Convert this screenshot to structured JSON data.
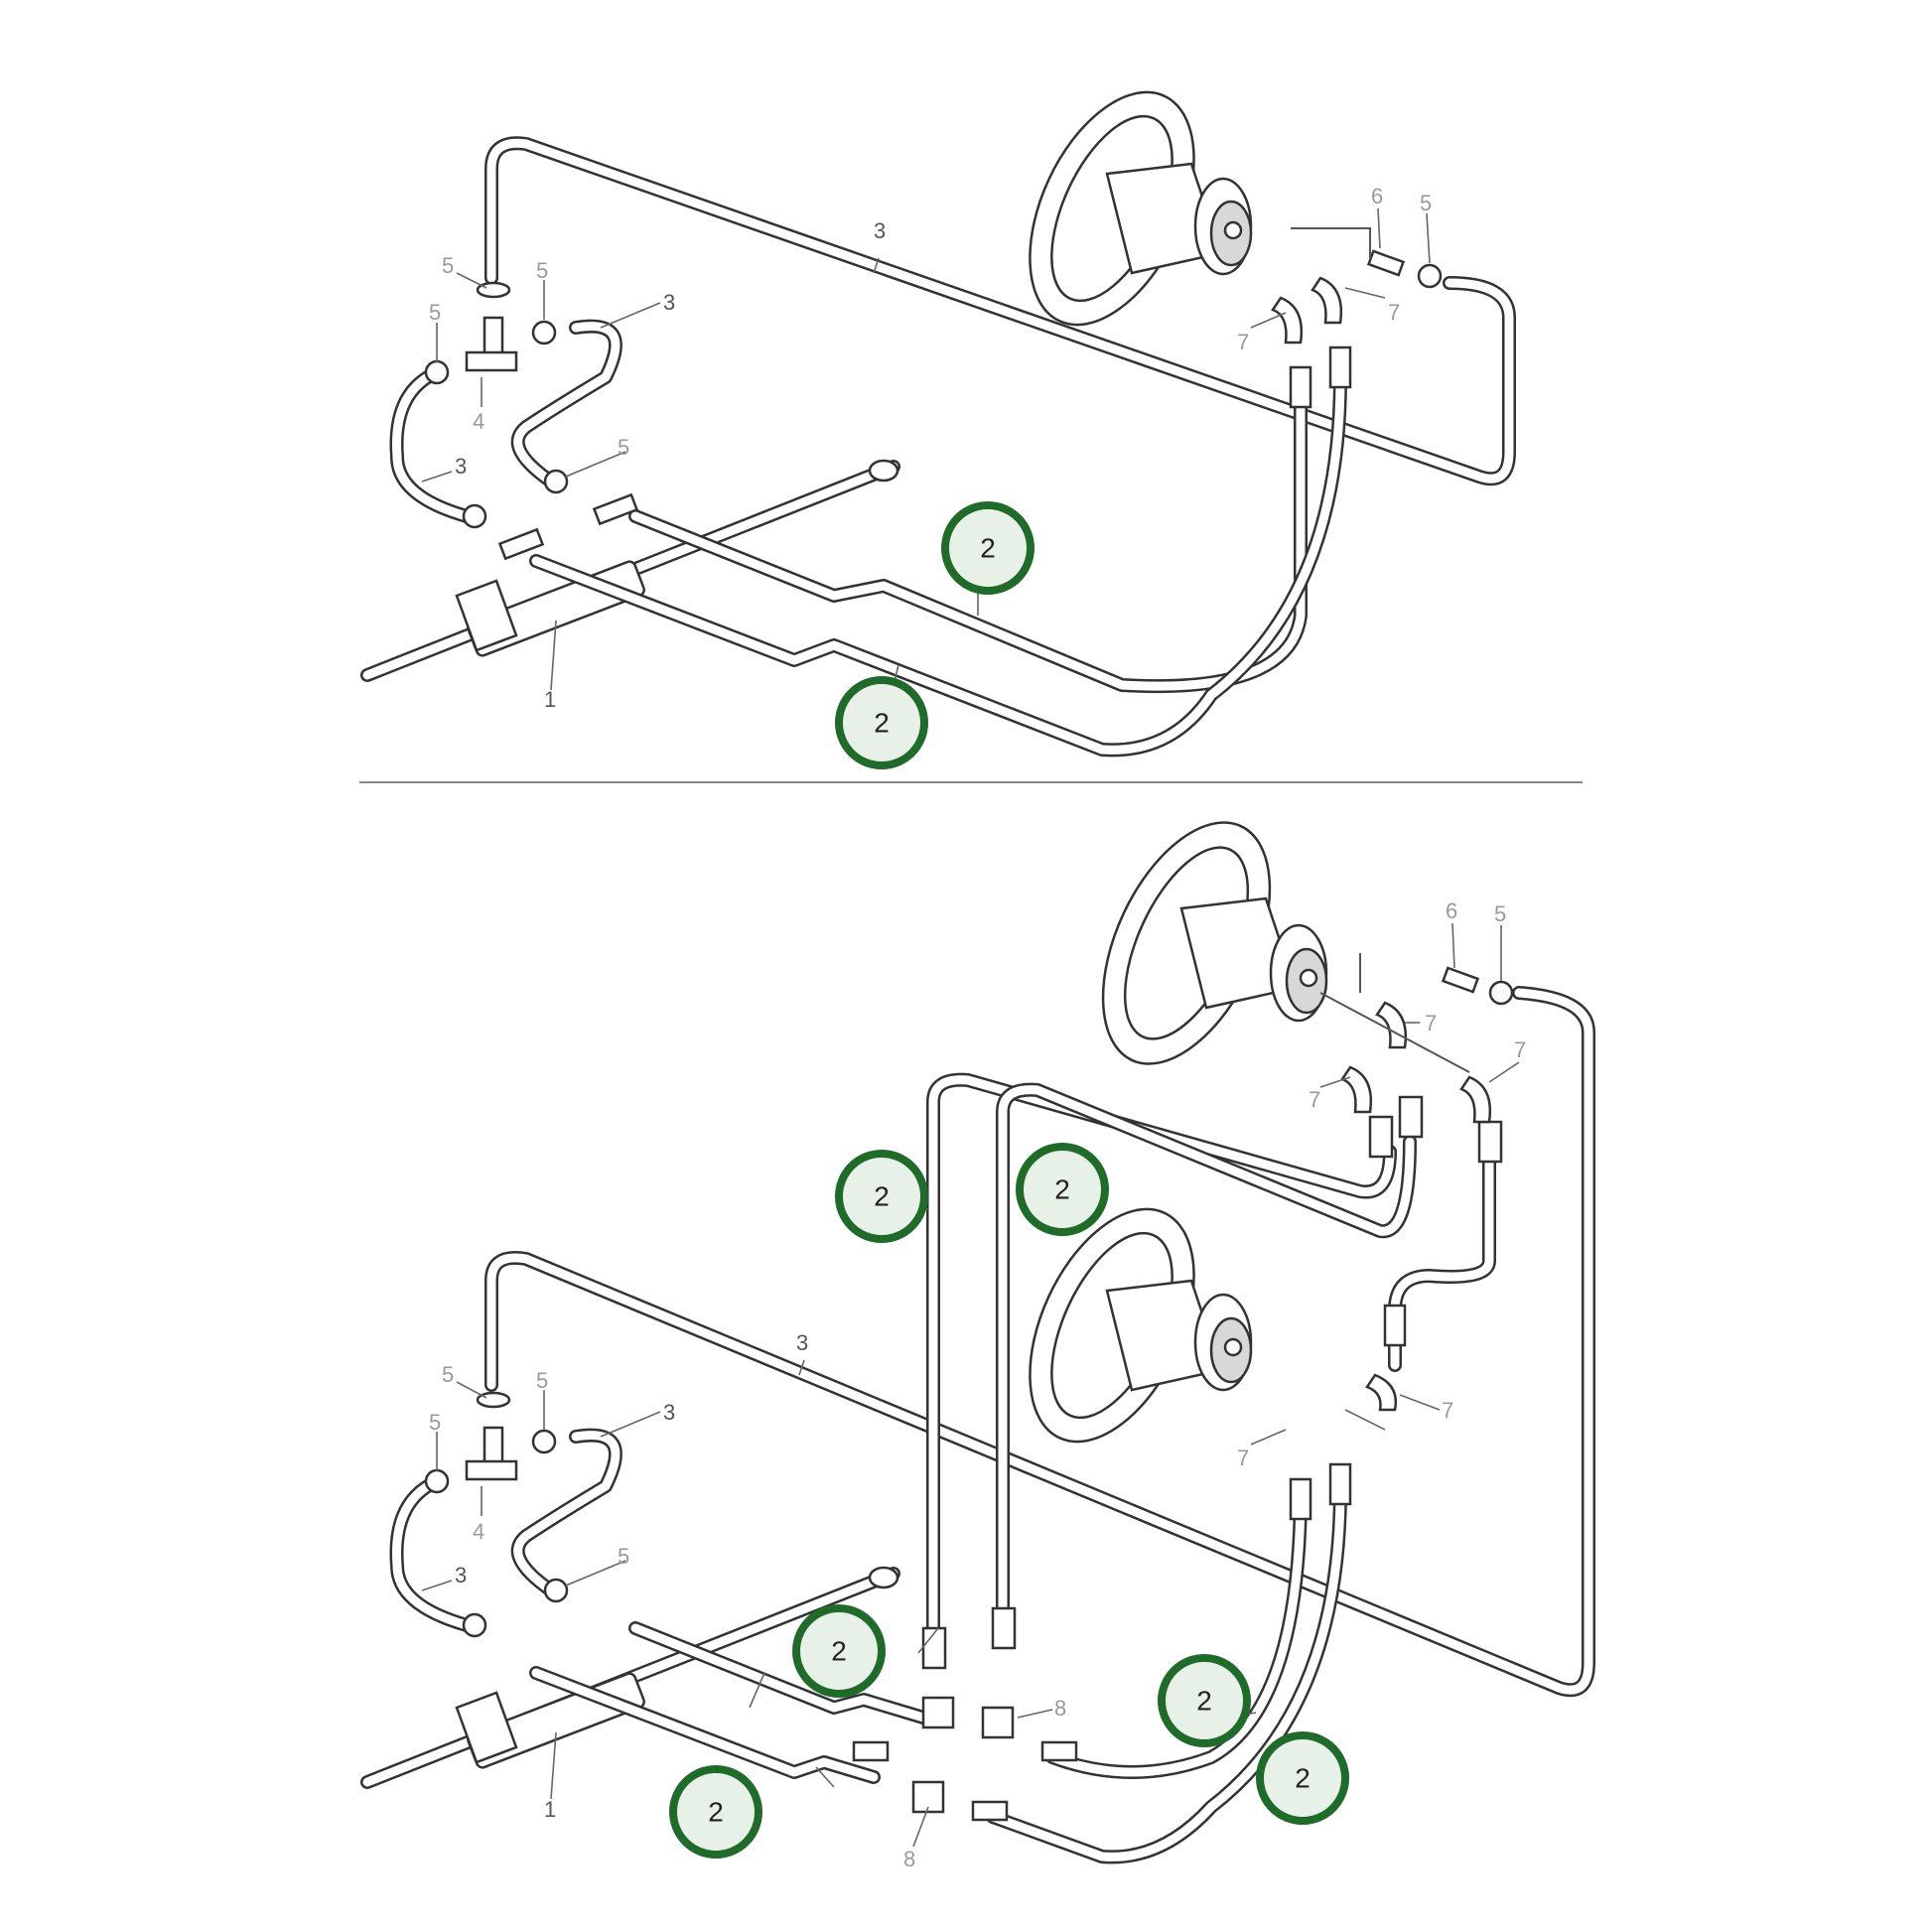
{
  "colors": {
    "highlight_ring": "#1f6b2a",
    "highlight_fill": "#e8f1e8",
    "line": "#333333",
    "label": "#555555"
  },
  "top": {
    "labels": {
      "hose_main": "3",
      "fitting_5a": "5",
      "fitting_5b": "5",
      "fitting_5c": "5",
      "fitting_5d": "5",
      "fitting_5e": "5",
      "hose_3a": "3",
      "hose_3b": "3",
      "tee_4": "4",
      "cylinder_1": "1",
      "valve_6": "6",
      "elbow_7a": "7",
      "elbow_7b": "7"
    },
    "highlights": {
      "hl_a": "2",
      "hl_b": "2"
    }
  },
  "bottom": {
    "labels": {
      "hose_main": "3",
      "fitting_5a": "5",
      "fitting_5b": "5",
      "fitting_5c": "5",
      "fitting_5d": "5",
      "fitting_5e": "5",
      "hose_3a": "3",
      "hose_3b": "3",
      "tee_4": "4",
      "cylinder_1": "1",
      "valve_6": "6",
      "elbow_7a": "7",
      "elbow_7b": "7",
      "elbow_7c": "7",
      "elbow_7d": "7",
      "elbow_7e": "7",
      "tee_8a": "8",
      "tee_8b": "8"
    },
    "highlights": {
      "hl_a": "2",
      "hl_b": "2",
      "hl_c": "2",
      "hl_d": "2",
      "hl_e": "2",
      "hl_f": "2"
    }
  }
}
